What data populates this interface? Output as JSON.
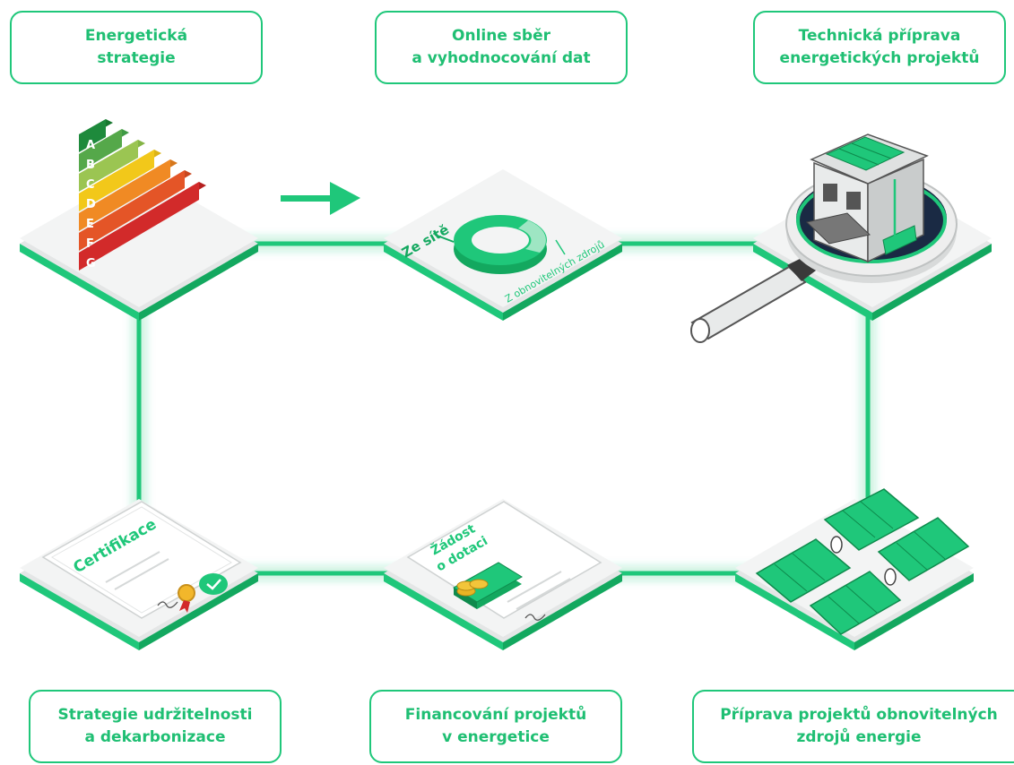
{
  "steps": [
    {
      "line1": "Energetická",
      "line2": "strategie"
    },
    {
      "line1": "Online sběr",
      "line2": "a vyhodnocování dat"
    },
    {
      "line1": "Technická příprava",
      "line2": "energetických projektů"
    },
    {
      "line1": "Strategie udržitelnosti",
      "line2": "a dekarbonizace"
    },
    {
      "line1": "Financování projektů",
      "line2": "v energetice"
    },
    {
      "line1": "Příprava projektů obnovitelných",
      "line2": "zdrojů energie"
    }
  ],
  "energy_label": {
    "classes": [
      "A",
      "B",
      "C",
      "D",
      "E",
      "F",
      "G"
    ],
    "colors": [
      "#1e8a3c",
      "#55a84a",
      "#9bc552",
      "#f2c81a",
      "#f08a24",
      "#e45527",
      "#d22a2a"
    ]
  },
  "donut": {
    "label_grid": "Ze sítě",
    "label_renewable": "Z obnovitelných zdrojů"
  },
  "certificate": {
    "title": "Certifikace"
  },
  "grant": {
    "title_line1": "Žádost",
    "title_line2": "o dotaci"
  },
  "colors": {
    "accent": "#1fc77a",
    "accent_dark": "#13a85f",
    "tile_top": "#f3f4f4",
    "tile_edge": "#d7dada"
  }
}
